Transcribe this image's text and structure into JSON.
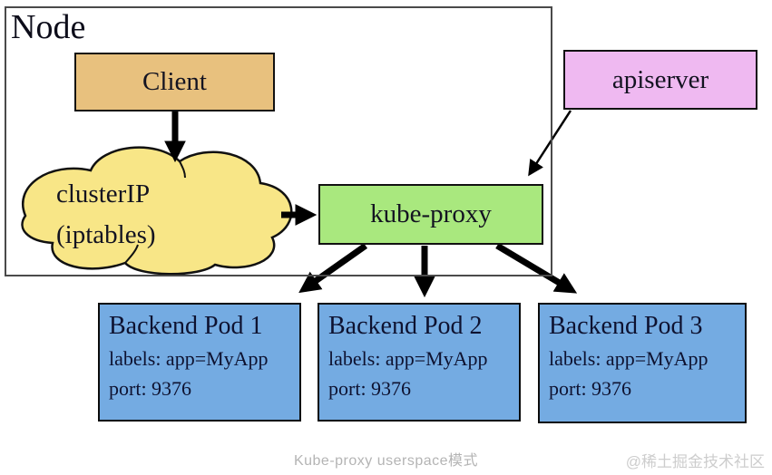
{
  "node": {
    "label": "Node"
  },
  "client": {
    "label": "Client"
  },
  "cluster_ip": {
    "line1": "clusterIP",
    "line2": "(iptables)"
  },
  "kube_proxy": {
    "label": "kube-proxy"
  },
  "apiserver": {
    "label": "apiserver"
  },
  "pods": [
    {
      "title": "Backend Pod 1",
      "labels": "labels: app=MyApp",
      "port": "port: 9376"
    },
    {
      "title": "Backend Pod 2",
      "labels": "labels: app=MyApp",
      "port": "port: 9376"
    },
    {
      "title": "Backend Pod 3",
      "labels": "labels: app=MyApp",
      "port": "port: 9376"
    }
  ],
  "edges": [
    {
      "from": "client",
      "to": "cluster-ip"
    },
    {
      "from": "cluster-ip",
      "to": "kube-proxy"
    },
    {
      "from": "apiserver",
      "to": "kube-proxy"
    },
    {
      "from": "kube-proxy",
      "to": "backend-pod-1"
    },
    {
      "from": "kube-proxy",
      "to": "backend-pod-2"
    },
    {
      "from": "kube-proxy",
      "to": "backend-pod-3"
    }
  ],
  "caption": "Kube-proxy userspace模式",
  "watermark": "@稀土掘金技术社区",
  "colors": {
    "client_fill": "#E8C17E",
    "cluster_ip_fill": "#F8E687",
    "kube_proxy_fill": "#A9E87E",
    "apiserver_fill": "#EFB9F1",
    "pod_fill": "#74ABE2",
    "node_border": "#4A4A4A",
    "arrow": "#000000",
    "caption_text": "#B4B4B4",
    "watermark_text": "#CDCDCD"
  }
}
